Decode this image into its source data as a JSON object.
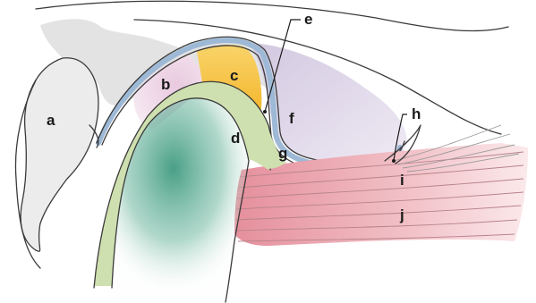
{
  "labels": {
    "a": "a",
    "b": "b",
    "c": "c",
    "d": "d",
    "e": "e",
    "f": "f",
    "g": "g",
    "h": "h",
    "i": "i",
    "j": "j"
  },
  "colors": {
    "bone_gray": "#e3e3e3",
    "pink_region": "#e9c9df",
    "yellow_region": "#f7c746",
    "teal_condyle": "#3f9a7f",
    "lilac_region": "#d8d0e4",
    "muscle_pink": "#e8a1ab",
    "capsule_blue": "#9db9d6",
    "cartilage_green": "#cfe0b0"
  }
}
